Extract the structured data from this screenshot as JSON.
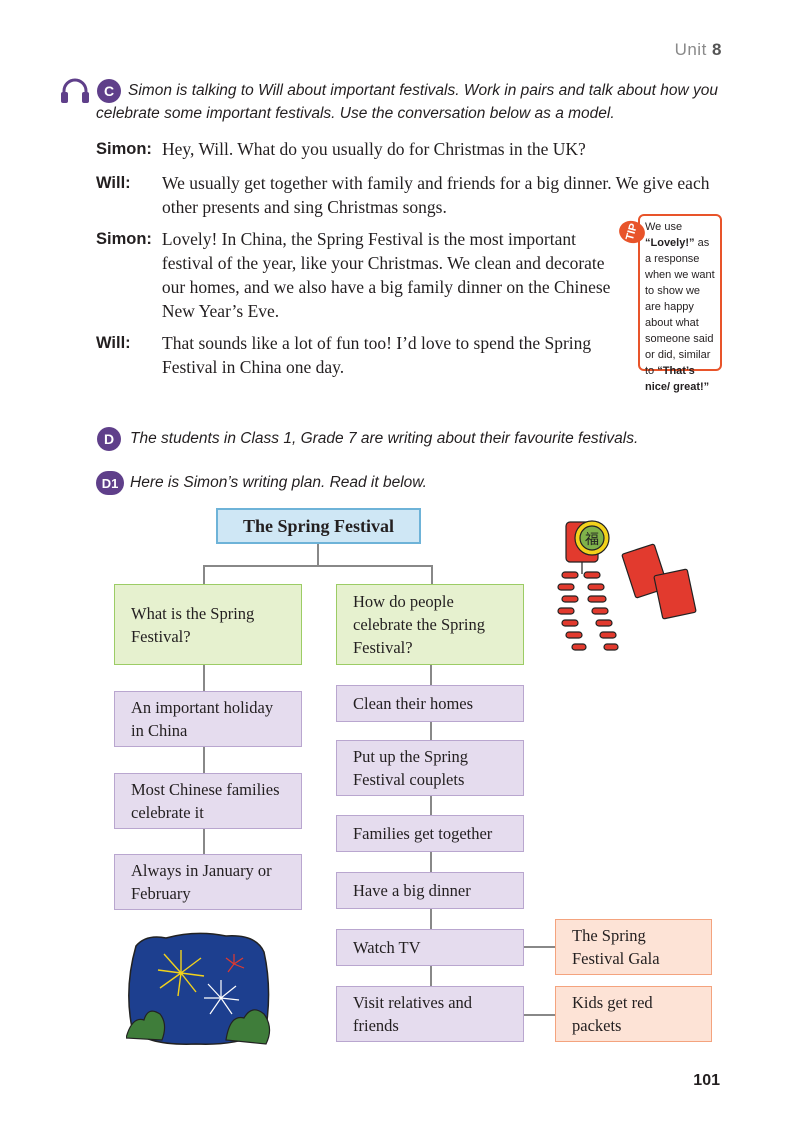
{
  "header": {
    "unit_label": "Unit",
    "unit_number": "8"
  },
  "section_c": {
    "badge": "C",
    "instruction": "Simon is talking to Will about important festivals. Work in pairs and talk about how you celebrate some important festivals. Use the conversation below as a model."
  },
  "dialogue": [
    {
      "speaker": "Simon:",
      "text": "Hey, Will. What do you usually do for Christmas in the UK?"
    },
    {
      "speaker": "Will:",
      "text": "We usually get together with family and friends for a big dinner. We give each other presents and sing Christmas songs."
    },
    {
      "speaker": "Simon:",
      "text": "Lovely! In China, the Spring Festival is the most important festival of the year, like your Christmas. We clean and decorate our homes, and we also have a big family dinner on the Chinese New Year’s Eve."
    },
    {
      "speaker": "Will:",
      "text": "That sounds like a lot of fun too! I’d love to spend the Spring Festival in China one day."
    }
  ],
  "tip": {
    "badge": "TIP",
    "part1": "We use ",
    "bold1": "“Lovely!”",
    "part2": " as a response when we want to show we are happy about what someone said or did, similar to ",
    "bold2": "“That’s nice/ great!”"
  },
  "section_d": {
    "badge": "D",
    "instruction": "The students in Class 1, Grade 7 are writing about their favourite festivals."
  },
  "section_d1": {
    "badge": "D1",
    "instruction": "Here is Simon’s writing plan. Read it below."
  },
  "plan": {
    "title": "The Spring Festival",
    "left_heading": "What is the Spring Festival?",
    "left_items": [
      "An important holiday in China",
      "Most Chinese families celebrate it",
      "Always in January or February"
    ],
    "right_heading": "How do people celebrate the Spring Festival?",
    "right_items": [
      "Clean their homes",
      "Put up the Spring Festival couplets",
      "Families get together",
      "Have a big dinner",
      "Watch TV",
      "Visit relatives and friends"
    ],
    "side_items": [
      "The Spring Festival Gala",
      "Kids get red packets"
    ]
  },
  "decor": {
    "firecracker_char": "福"
  },
  "page_number": "101",
  "colors": {
    "accent_purple": "#5f3f8a",
    "tip_orange": "#e8542a"
  }
}
